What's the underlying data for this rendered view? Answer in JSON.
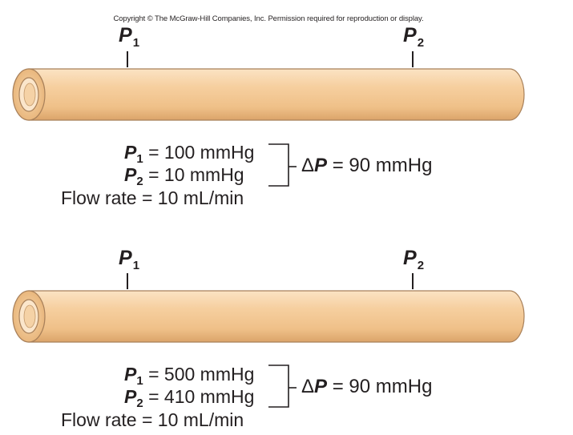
{
  "copyright": "Copyright © The McGraw-Hill Companies, Inc. Permission required for reproduction or display.",
  "colors": {
    "tube_light": "#fbe0bd",
    "tube_mid": "#f2c48f",
    "tube_dark": "#d9a266",
    "outline": "#a07850",
    "text": "#231f20"
  },
  "panels": [
    {
      "p1_label": "P",
      "p1_sub": "1",
      "p2_label": "P",
      "p2_sub": "2",
      "p1_line": {
        "symbol": "P",
        "sub": "1",
        "text": " = 100 mmHg"
      },
      "p2_line": {
        "symbol": "P",
        "sub": "2",
        "text": " = 10 mmHg"
      },
      "flow": "Flow rate = 10 mL/min",
      "delta": {
        "prefix": "Δ",
        "symbol": "P",
        "text": " = 90 mmHg"
      }
    },
    {
      "p1_label": "P",
      "p1_sub": "1",
      "p2_label": "P",
      "p2_sub": "2",
      "p1_line": {
        "symbol": "P",
        "sub": "1",
        "text": " = 500 mmHg"
      },
      "p2_line": {
        "symbol": "P",
        "sub": "2",
        "text": " = 410 mmHg"
      },
      "flow": "Flow rate = 10 mL/min",
      "delta": {
        "prefix": "Δ",
        "symbol": "P",
        "text": " = 90 mmHg"
      }
    }
  ]
}
